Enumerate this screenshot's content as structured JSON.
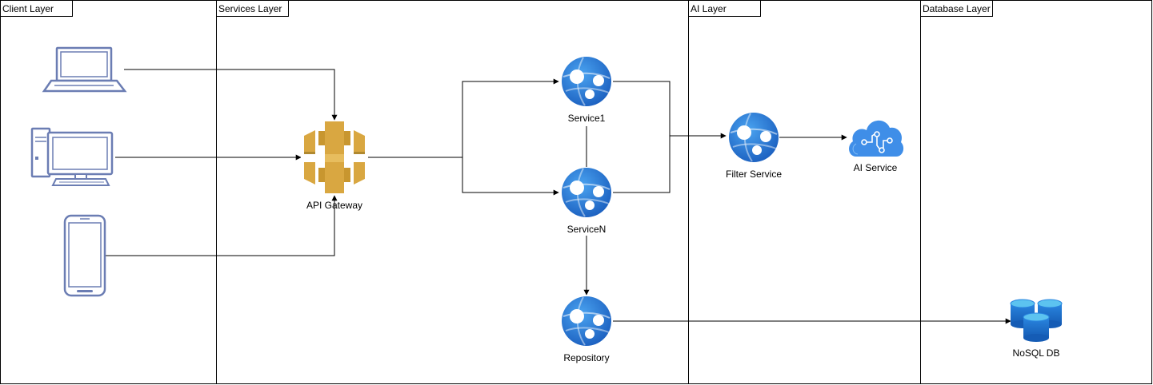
{
  "layers": [
    {
      "id": "client",
      "label": "Client Layer"
    },
    {
      "id": "services",
      "label": "Services Layer"
    },
    {
      "id": "ai",
      "label": "AI Layer"
    },
    {
      "id": "database",
      "label": "Database Layer"
    }
  ],
  "nodes": {
    "laptop": {
      "icon": "laptop-icon",
      "label": ""
    },
    "desktop": {
      "icon": "desktop-computer-icon",
      "label": ""
    },
    "mobile": {
      "icon": "mobile-phone-icon",
      "label": ""
    },
    "api_gateway": {
      "icon": "api-gateway-icon",
      "label": "API Gateway"
    },
    "service1": {
      "icon": "web-app-globe-icon",
      "label": "Service1"
    },
    "serviceN": {
      "icon": "web-app-globe-icon",
      "label": "ServiceN"
    },
    "repository": {
      "icon": "web-app-globe-icon",
      "label": "Repository"
    },
    "filter_service": {
      "icon": "web-app-globe-icon",
      "label": "Filter Service"
    },
    "ai_service": {
      "icon": "cognitive-cloud-icon",
      "label": "AI Service"
    },
    "nosql_db": {
      "icon": "database-cylinders-icon",
      "label": "NoSQL DB"
    }
  },
  "edges": [
    {
      "from": "laptop",
      "to": "api_gateway"
    },
    {
      "from": "desktop",
      "to": "api_gateway"
    },
    {
      "from": "mobile",
      "to": "api_gateway"
    },
    {
      "from": "api_gateway",
      "to": "service1"
    },
    {
      "from": "api_gateway",
      "to": "serviceN"
    },
    {
      "from": "service1",
      "to": "serviceN"
    },
    {
      "from": "service1",
      "to": "filter_service"
    },
    {
      "from": "serviceN",
      "to": "filter_service"
    },
    {
      "from": "filter_service",
      "to": "ai_service"
    },
    {
      "from": "serviceN",
      "to": "repository"
    },
    {
      "from": "repository",
      "to": "nosql_db"
    }
  ],
  "colors": {
    "line": "#000000",
    "device_stroke": "#6b7db3",
    "device_fill": "#ffffff",
    "gateway_gold": "#d9a741",
    "gateway_dark": "#b08930",
    "globe_blue": "#1b72d6",
    "globe_light": "#4aa3f0",
    "ai_blue": "#3f8ee8",
    "db_blue": "#1a6fd0",
    "db_top": "#5cc3f0"
  }
}
